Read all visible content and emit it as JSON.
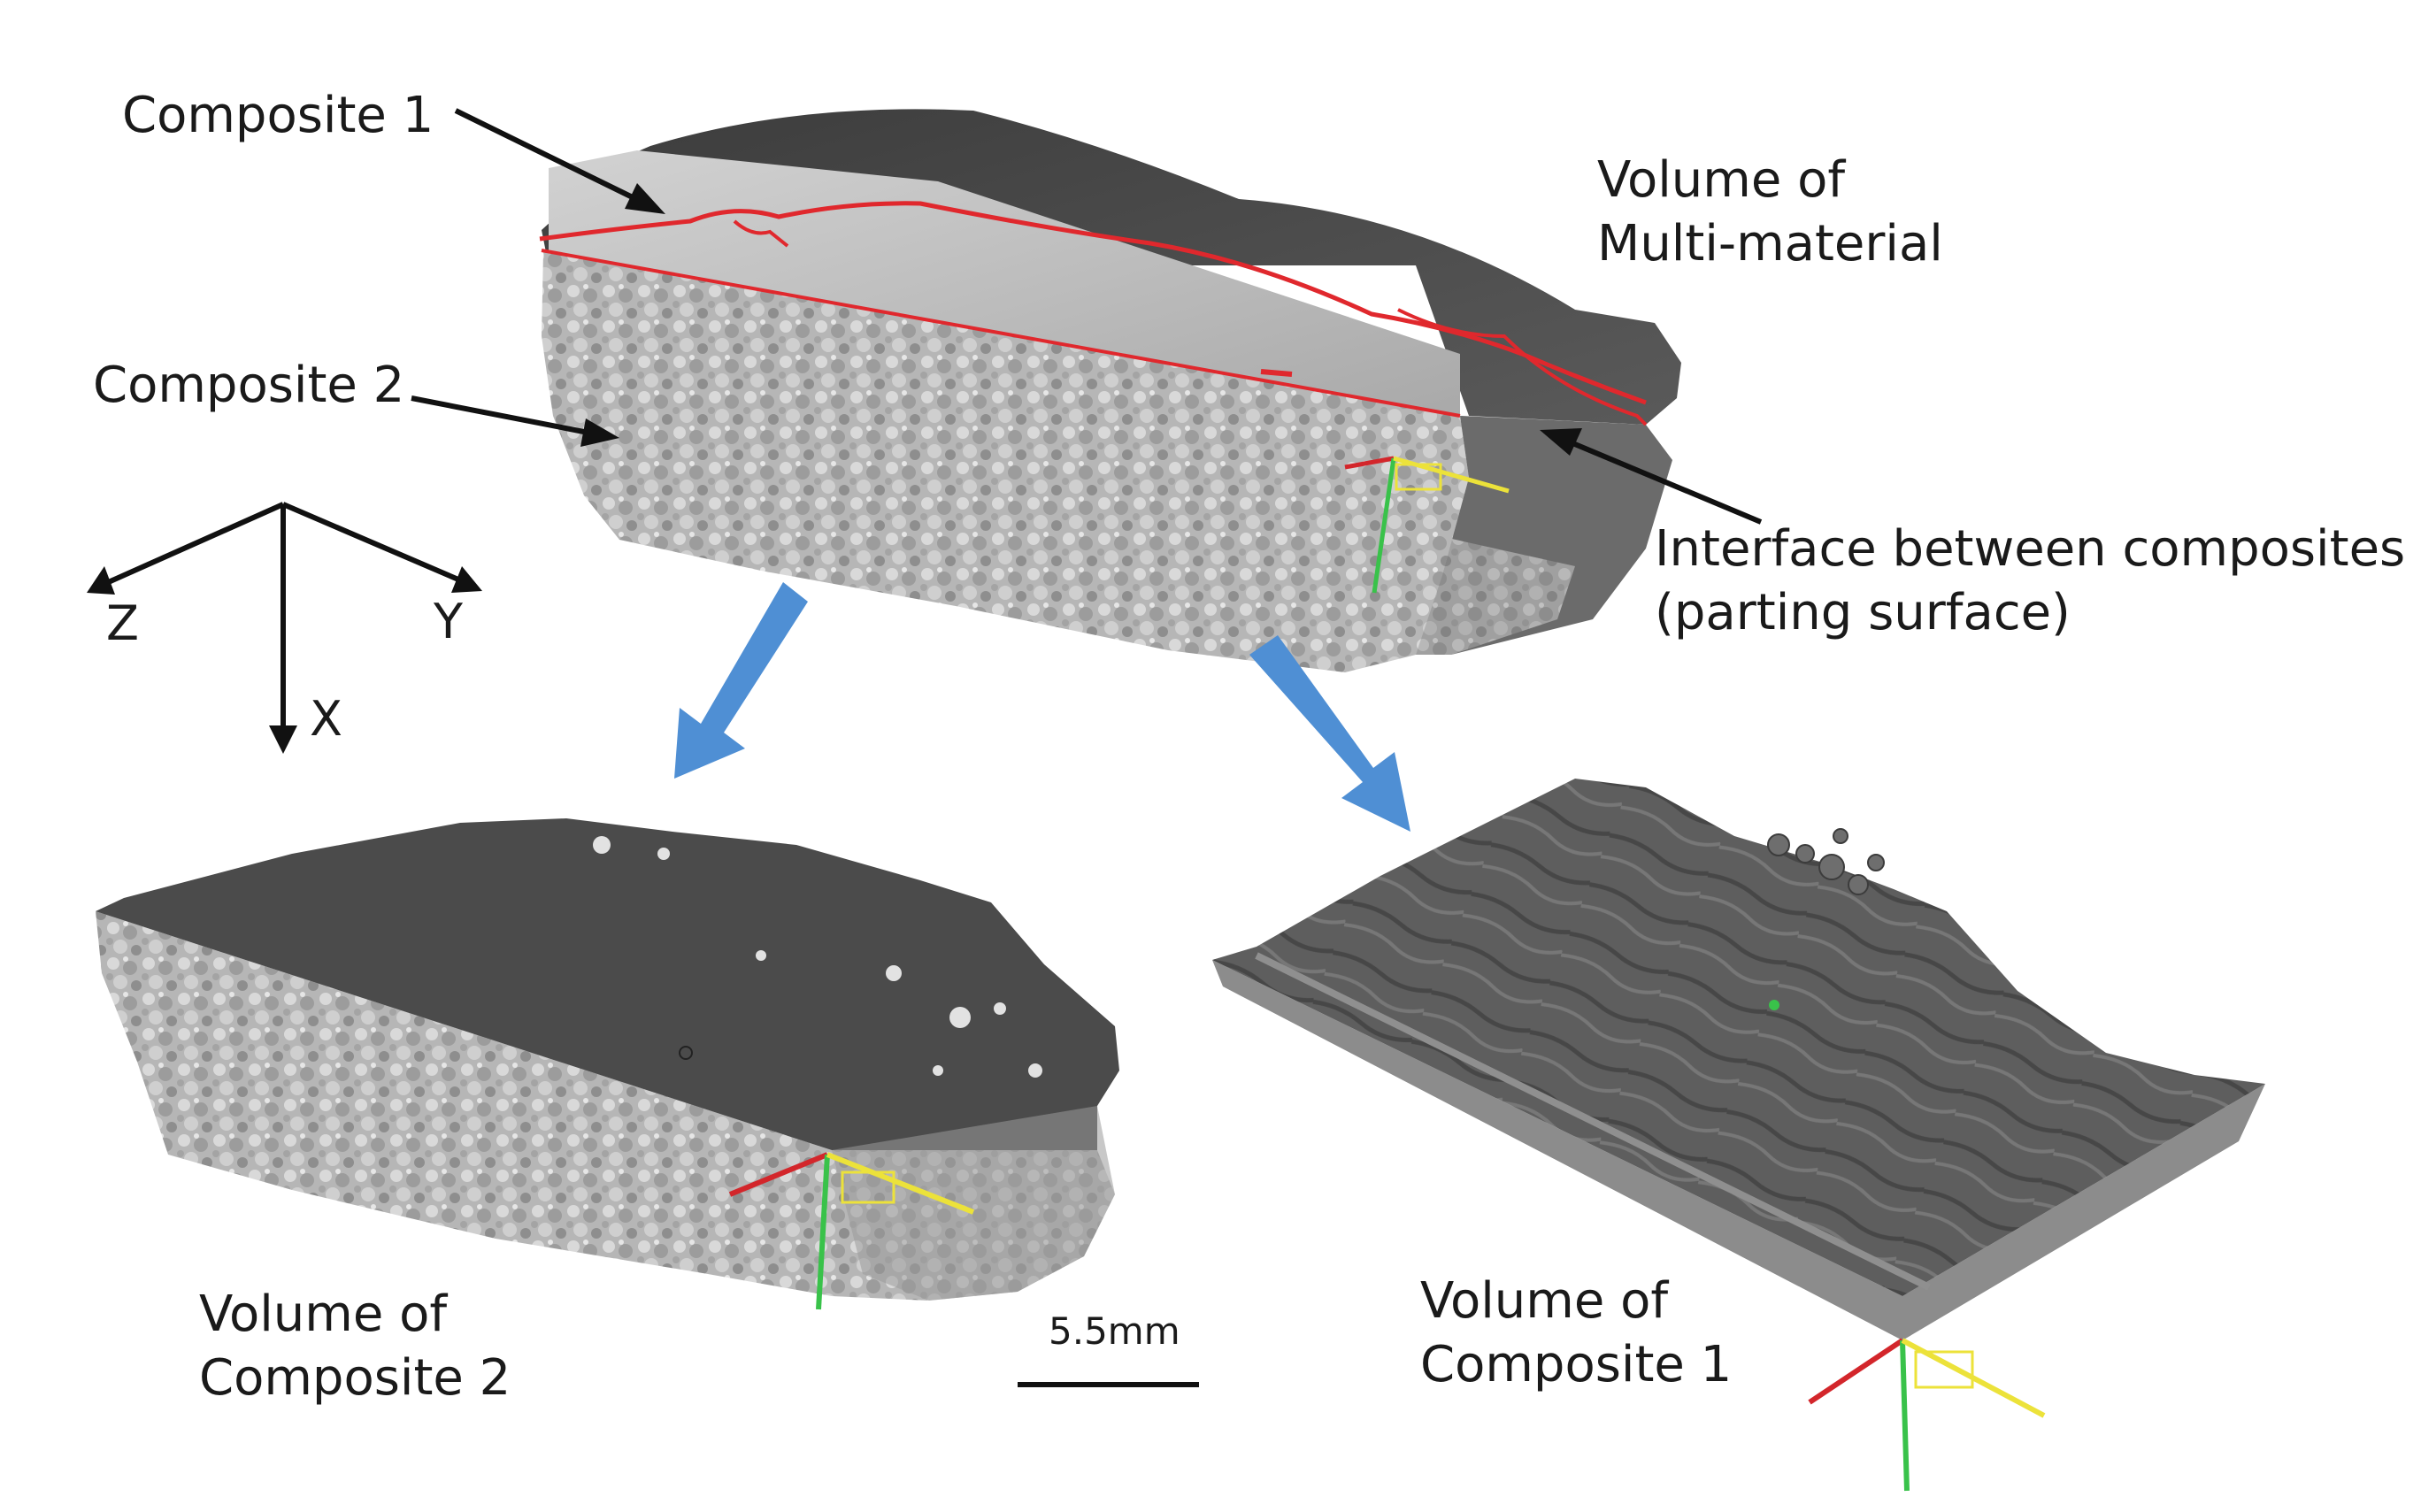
{
  "labels": {
    "composite1_pointer": "Composite 1",
    "composite2_pointer": "Composite 2",
    "multi_volume_line1": "Volume of",
    "multi_volume_line2": "Multi-material",
    "interface_line1": "Interface between composites",
    "interface_line2": "(parting surface)",
    "vol_c2_line1": "Volume of",
    "vol_c2_line2": "Composite 2",
    "vol_c1_line1": "Volume of",
    "vol_c1_line2": "Composite 1",
    "scale_bar": "5.5mm"
  },
  "axes": {
    "x": "X",
    "y": "Y",
    "z": "Z"
  },
  "colors": {
    "arrow_blue": "#4f8fd4",
    "interface_red": "#e0282d",
    "axis_red": "#d3262b",
    "axis_green": "#39c24a",
    "axis_yellow": "#ece23a",
    "surface_dark": "#4a4a4a",
    "surface_light": "#b4b4b4"
  }
}
